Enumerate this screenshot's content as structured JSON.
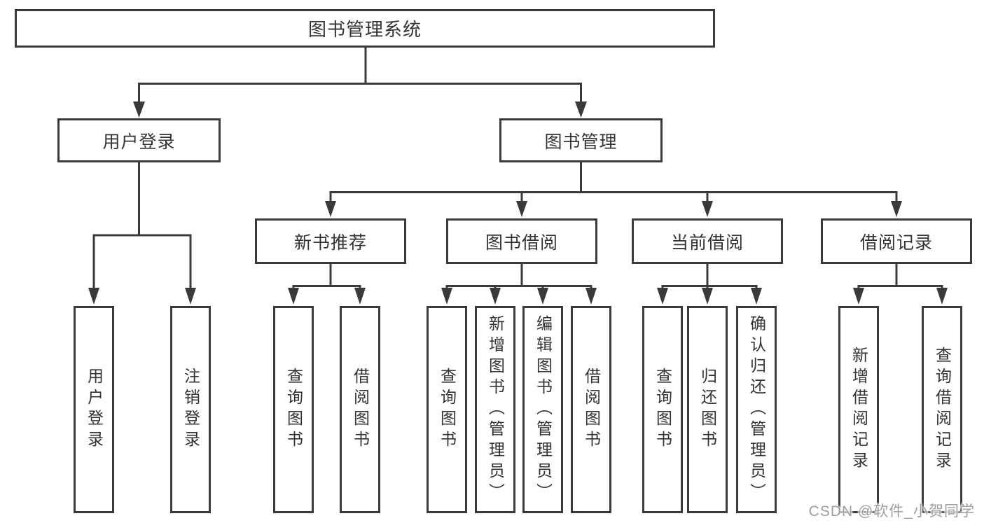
{
  "diagram": {
    "root": {
      "label": "图书管理系统"
    },
    "level2": [
      {
        "label": "用户登录"
      },
      {
        "label": "图书管理"
      }
    ],
    "level3": [
      {
        "label": "新书推荐"
      },
      {
        "label": "图书借阅"
      },
      {
        "label": "当前借阅"
      },
      {
        "label": "借阅记录"
      }
    ],
    "leaves": [
      {
        "label": "用户登录"
      },
      {
        "label": "注销登录"
      },
      {
        "label": "查询图书"
      },
      {
        "label": "借阅图书"
      },
      {
        "label": "查询图书"
      },
      {
        "label": "新增图书（管理员）"
      },
      {
        "label": "编辑图书（管理员）"
      },
      {
        "label": "借阅图书"
      },
      {
        "label": "查询图书"
      },
      {
        "label": "归还图书"
      },
      {
        "label": "确认归还（管理员）"
      },
      {
        "label": "新增借阅记录"
      },
      {
        "label": "查询借阅记录"
      }
    ]
  },
  "watermark": {
    "text": "CSDN @软件_小贺同学"
  },
  "colors": {
    "line": "#3a3a3a",
    "text": "#333333",
    "watermark": "#9e9e9e",
    "background": "#ffffff"
  }
}
